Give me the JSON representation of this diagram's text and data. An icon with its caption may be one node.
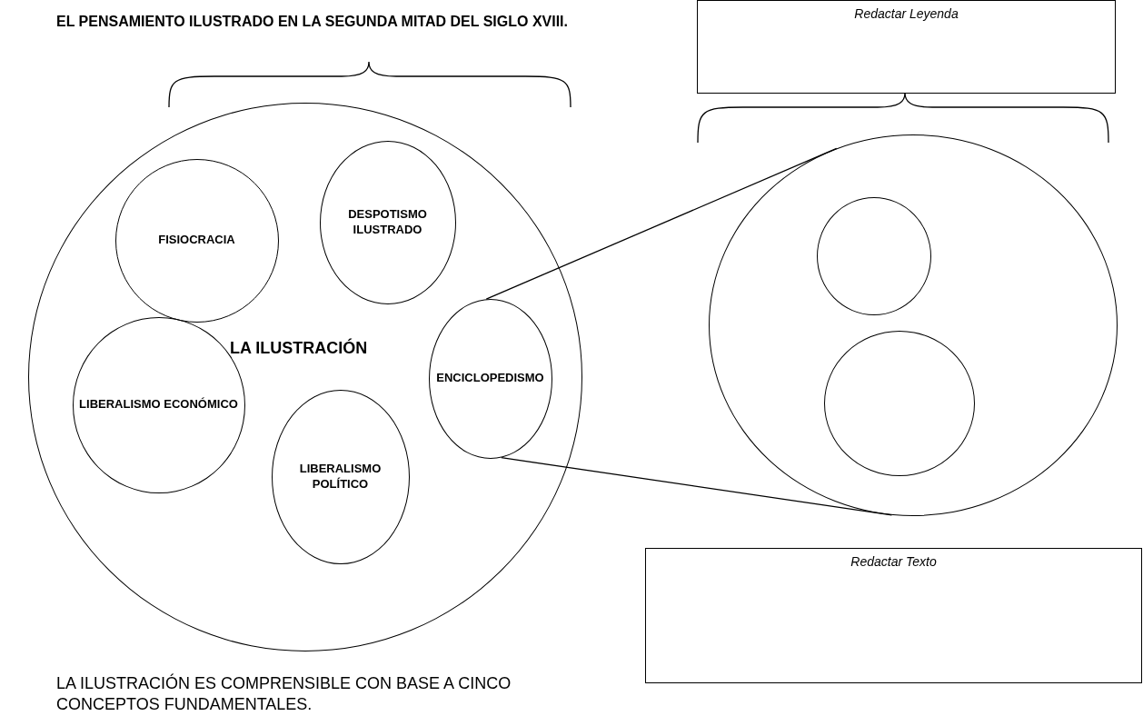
{
  "diagram": {
    "title": "EL PENSAMIENTO ILUSTRADO EN LA SEGUNDA MITAD DEL SIGLO XVIII.",
    "caption": "LA ILUSTRACIÓN ES COMPRENSIBLE CON BASE A CINCO CONCEPTOS FUNDAMENTALES.",
    "nodes": [
      {
        "text": [
          "Redactar Leyenda"
        ]
      },
      {
        "text": [
          "LA ILUSTRACIÓN"
        ]
      },
      {
        "text": [
          "FISIOCRACIA"
        ],
        "in": 1
      },
      {
        "text": [
          "DESPOTISMO ILUSTRADO"
        ],
        "in": 1
      },
      {
        "text": [
          "ENCICLOPEDISMO"
        ],
        "in": 1
      },
      {
        "text": [
          "LIBERALISMO ECONÓMICO"
        ],
        "in": 1
      },
      {
        "text": [
          "LIBERALISMO POLÍTICO"
        ],
        "in": 1
      },
      {
        "text": [],
        "shape": "circle"
      },
      {
        "text": [],
        "shape": "circle",
        "in": 7
      },
      {
        "text": [],
        "shape": "circle",
        "in": 7
      },
      {
        "text": [
          "Redactar Texto"
        ]
      }
    ],
    "edges": [
      {
        "from": 4,
        "to": 7,
        "arrow": "none"
      },
      {
        "from": 4,
        "to": 7,
        "arrow": "none"
      }
    ]
  }
}
